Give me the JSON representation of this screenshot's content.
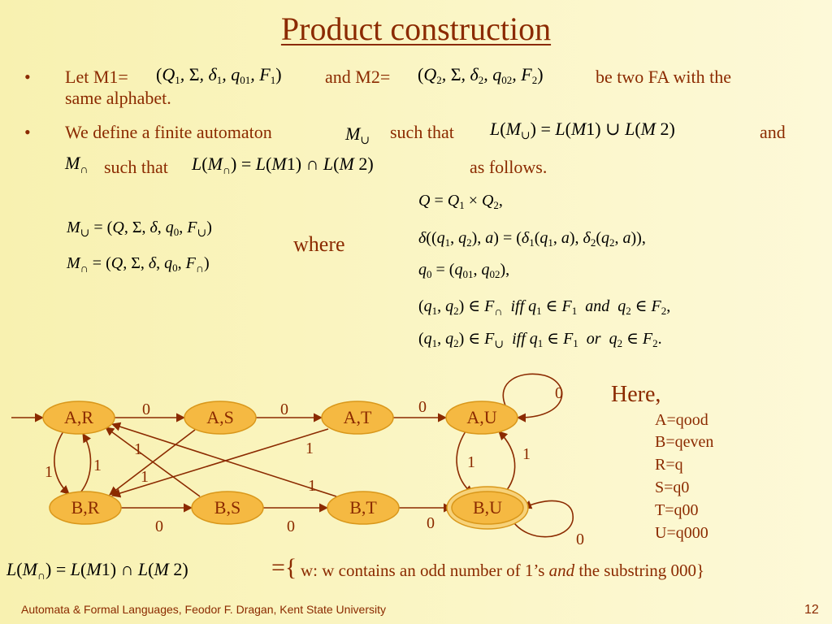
{
  "title": "Product construction",
  "bullets": {
    "b1": {
      "bullet": "•",
      "let": "Let M1=",
      "m1_math": "(Q1, Σ, δ1, q01, F1)",
      "and": "and M2=",
      "m2_math": "(Q2, Σ, δ2, q02, F2)",
      "rest": "be two FA with the",
      "line2": "same alphabet."
    },
    "b2": {
      "bullet": "•",
      "text1": "We define a finite automaton",
      "mcup": "M∪",
      "such_that": "such that",
      "l_union": "L(M∪) = L(M1) ∪ L(M2)",
      "and": "and",
      "mcap": "M∩",
      "such_that2": "such that",
      "l_inter": "L(M∩) = L(M1) ∩ L(M2)",
      "as_follows": "as follows."
    }
  },
  "defs": {
    "mcup_def": "M∪ = (Q, Σ, δ, q0, F∪)",
    "mcap_def": "M∩ = (Q, Σ, δ, q0, F∩)",
    "where": "where",
    "eq1": "Q = Q1 × Q2 ,",
    "eq2": "δ((q1, q2), a) = (δ1(q1, a), δ2(q2, a)),",
    "eq3": "q0 = (q01, q02),",
    "eq4": "(q1, q2) ∈ F∩  iff q1 ∈ F1  and  q2 ∈ F2 ,",
    "eq5": "(q1, q2) ∈ F∪  iff q1 ∈ F1  or  q2 ∈ F2 ."
  },
  "diagram": {
    "nodes": [
      {
        "id": "AR",
        "label": "A,R",
        "start": true,
        "accepting": false
      },
      {
        "id": "AS",
        "label": "A,S",
        "start": false,
        "accepting": false
      },
      {
        "id": "AT",
        "label": "A,T",
        "start": false,
        "accepting": false
      },
      {
        "id": "AU",
        "label": "A,U",
        "start": false,
        "accepting": false
      },
      {
        "id": "BR",
        "label": "B,R",
        "start": false,
        "accepting": false
      },
      {
        "id": "BS",
        "label": "B,S",
        "start": false,
        "accepting": false
      },
      {
        "id": "BT",
        "label": "B,T",
        "start": false,
        "accepting": false
      },
      {
        "id": "BU",
        "label": "B,U",
        "start": false,
        "accepting": true
      }
    ],
    "edges": [
      {
        "from": "AR",
        "to": "AS",
        "label": "0"
      },
      {
        "from": "AS",
        "to": "AT",
        "label": "0"
      },
      {
        "from": "AT",
        "to": "AU",
        "label": "0"
      },
      {
        "from": "AU",
        "to": "AU",
        "label": "0"
      },
      {
        "from": "BR",
        "to": "BS",
        "label": "0"
      },
      {
        "from": "BS",
        "to": "BT",
        "label": "0"
      },
      {
        "from": "BT",
        "to": "BU",
        "label": "0"
      },
      {
        "from": "BU",
        "to": "BU",
        "label": "0"
      },
      {
        "from": "AR",
        "to": "BR",
        "label": "1"
      },
      {
        "from": "BR",
        "to": "AR",
        "label": "1"
      },
      {
        "from": "AS",
        "to": "BR",
        "label": "1"
      },
      {
        "from": "BS",
        "to": "AR",
        "label": "1"
      },
      {
        "from": "AT",
        "to": "BR",
        "label": "1"
      },
      {
        "from": "BT",
        "to": "AR",
        "label": "1"
      },
      {
        "from": "AU",
        "to": "BU",
        "label": "1"
      },
      {
        "from": "BU",
        "to": "AU",
        "label": "1"
      }
    ]
  },
  "here": {
    "title": "Here,",
    "items": [
      "A=qood",
      "B=qeven",
      "R=q",
      "S=q0",
      "T=q00",
      "U=q000"
    ]
  },
  "bottom": {
    "lhs": "L(M∩) = L(M1) ∩ L(M2)",
    "eq": "={",
    "text_a": "w: w contains an odd number of 1’s ",
    "text_and": "and",
    "text_b": " the substring 000}"
  },
  "footer": {
    "text": "Automata & Formal Languages, Feodor F. Dragan, Kent State University",
    "page": "12"
  },
  "colors": {
    "accent": "#8b2a00",
    "node_fill": "#f5b942",
    "node_stroke": "#d9971a",
    "accept_ring": "#f7d27a"
  }
}
